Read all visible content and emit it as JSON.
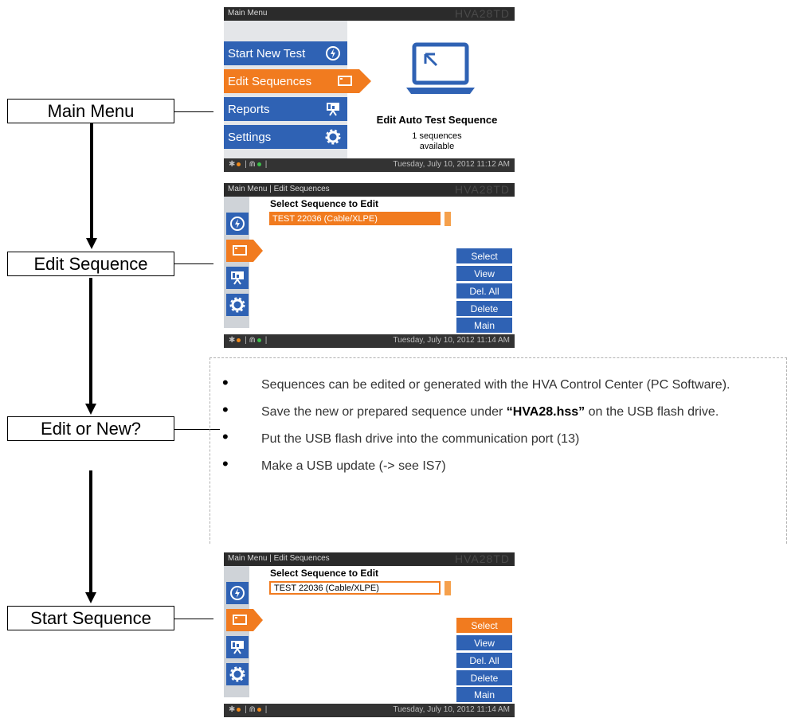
{
  "flow": {
    "main_menu": "Main Menu",
    "edit_sequence": "Edit Sequence",
    "edit_or_new": "Edit or New?",
    "start_sequence": "Start Sequence"
  },
  "device": {
    "model": "HVA28TD",
    "status_date_1": "Tuesday, July 10, 2012 11:12 AM",
    "status_date_2": "Tuesday, July 10, 2012 11:14 AM",
    "status_date_3": "Tuesday, July 10, 2012 11:14 AM"
  },
  "screen1": {
    "title": "Main Menu",
    "menu": [
      "Start New Test",
      "Edit Sequences",
      "Reports",
      "Settings"
    ],
    "active_index": 1,
    "preview_title": "Edit Auto Test Sequence",
    "preview_count_line1": "1 sequences",
    "preview_count_line2": "available"
  },
  "screen2": {
    "title": "Main Menu  |  Edit Sequences",
    "heading": "Select Sequence to Edit",
    "sequence": "TEST 22036 (Cable/XLPE)",
    "buttons": [
      "Select",
      "View",
      "Del. All",
      "Delete",
      "Main"
    ]
  },
  "screen3": {
    "title": "Main Menu  |  Edit Sequences",
    "heading": "Select Sequence to Edit",
    "sequence": "TEST 22036 (Cable/XLPE)",
    "buttons": [
      "Select",
      "View",
      "Del. All",
      "Delete",
      "Main"
    ],
    "selected_button_index": 0
  },
  "info": {
    "b1": "Sequences can be edited or generated with the HVA Control Center (PC Software).",
    "b2_pre": "Save the new or prepared sequence under ",
    "b2_file": "“HVA28.hss”",
    "b2_post": " on the USB flash drive.",
    "b3": "Put the USB flash drive into the communication port (13)",
    "b4": "Make a USB update (-> see IS7)"
  },
  "colors": {
    "accent_orange": "#f17b1f",
    "menu_blue": "#2f62b4",
    "bar_dark": "#2b2b2b"
  }
}
